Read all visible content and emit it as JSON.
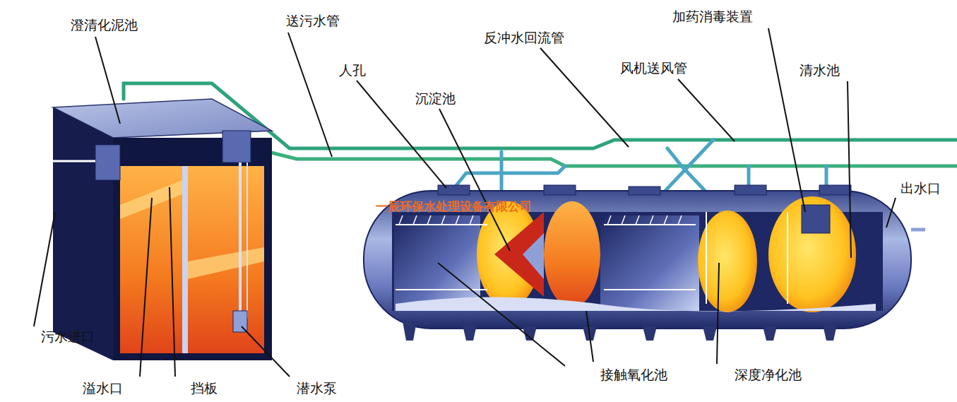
{
  "diagram": {
    "labels": [
      "澄清化泥池",
      "送污水管",
      "人孔",
      "沉淀池",
      "反冲水回流管",
      "风机送风管",
      "加药消毒装置",
      "清水池",
      "出水口",
      "污水进口",
      "溢水口",
      "挡板",
      "潜水泵",
      "接触氧化池",
      "深度净化池",
      "一辰环保水处理设备有限公司"
    ]
  }
}
